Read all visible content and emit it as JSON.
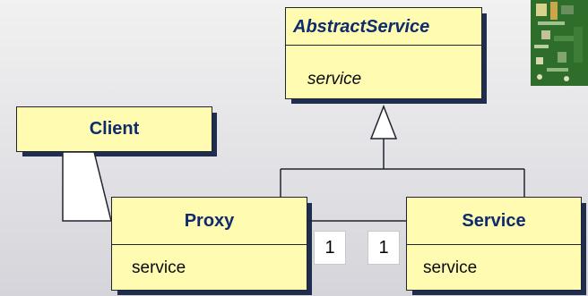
{
  "classes": {
    "abstract_service": {
      "name": "AbstractService",
      "attribute": "service"
    },
    "client": {
      "name": "Client"
    },
    "proxy": {
      "name": "Proxy",
      "attribute": "service"
    },
    "service": {
      "name": "Service",
      "attribute": "service"
    }
  },
  "association": {
    "proxy_multiplicity": "1",
    "service_multiplicity": "1"
  },
  "colors": {
    "class_fill": "#fffbb0",
    "class_title": "#0e2b6e",
    "shadow": "#1f2d4f",
    "line": "#1f2530"
  }
}
